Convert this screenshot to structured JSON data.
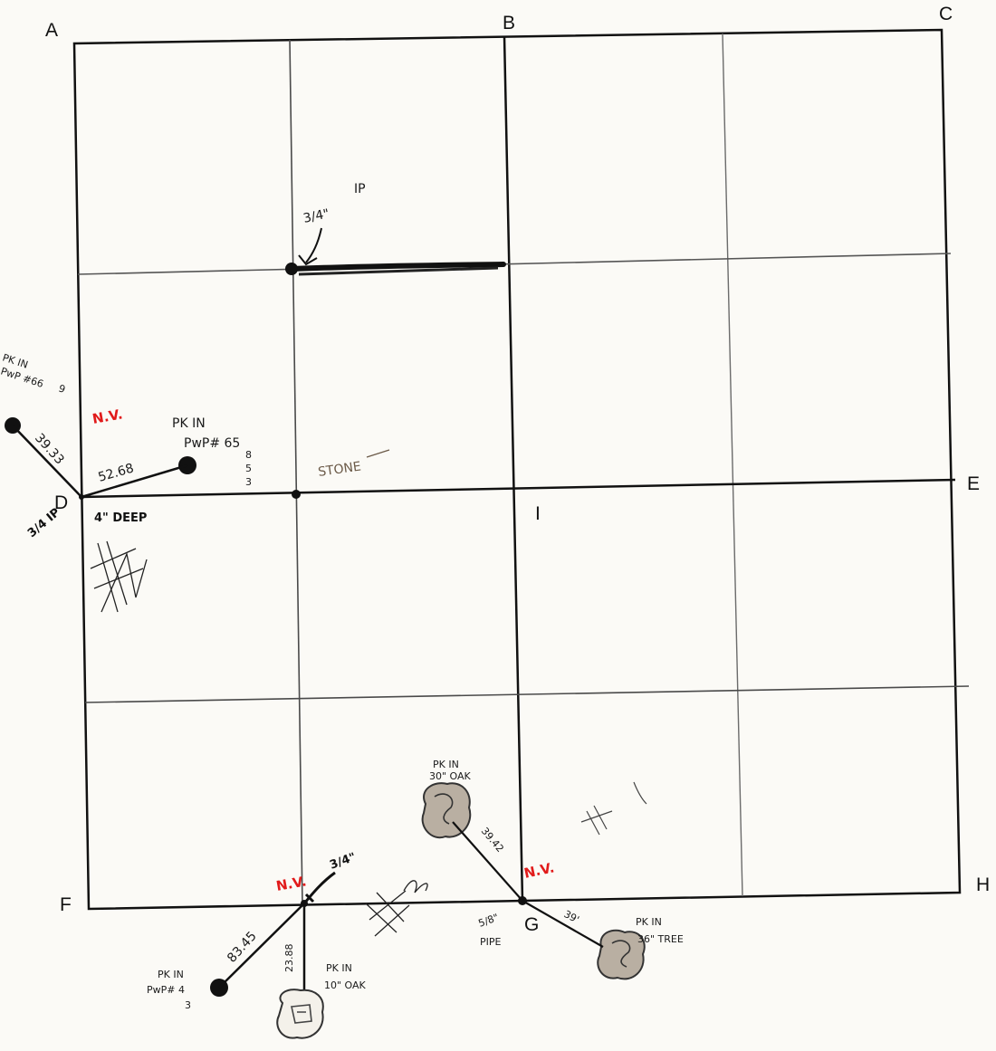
{
  "corners": {
    "A": "A",
    "B": "B",
    "C": "C",
    "D": "D",
    "E": "E",
    "F": "F",
    "G": "G",
    "H": "H",
    "I": "I"
  },
  "ip": {
    "label": "IP",
    "value": "3/4\""
  },
  "stone": "STONE",
  "left_ref_a": {
    "line1": "PK IN",
    "line2": "PwP #66",
    "line3": "9"
  },
  "left_ref_b": {
    "line1": "PK IN",
    "line2": "PwP# 65",
    "line3": "8",
    "line4": "5",
    "line5": "3"
  },
  "left_tie_a": "39.33",
  "left_tie_b": "52.68",
  "d_monument": {
    "size": "3/4 IP",
    "depth": "4\" DEEP",
    "mark": "N.V."
  },
  "bottom_left": {
    "mark": "N.V.",
    "size": "3/4\"",
    "tie_a": "83.45",
    "tie_b": "23.88",
    "ref_a": {
      "line1": "PK IN",
      "line2": "PwP# 4",
      "line3": "3"
    },
    "ref_b": {
      "line1": "PK IN",
      "line2": "10\" OAK"
    }
  },
  "bottom_right": {
    "mark": "N.V.",
    "size_a": "5/8\"",
    "size_b": "PIPE",
    "tie_a": "39.42",
    "tie_b": "39'",
    "ref_a": {
      "line1": "PK IN",
      "line2": "30\" OAK"
    },
    "ref_b": {
      "line1": "PK IN",
      "line2": "36\" TREE"
    }
  },
  "colors": {
    "ink": "#111111",
    "red_mark": "#e11a1a",
    "tree_fill": "#b9afa2"
  }
}
